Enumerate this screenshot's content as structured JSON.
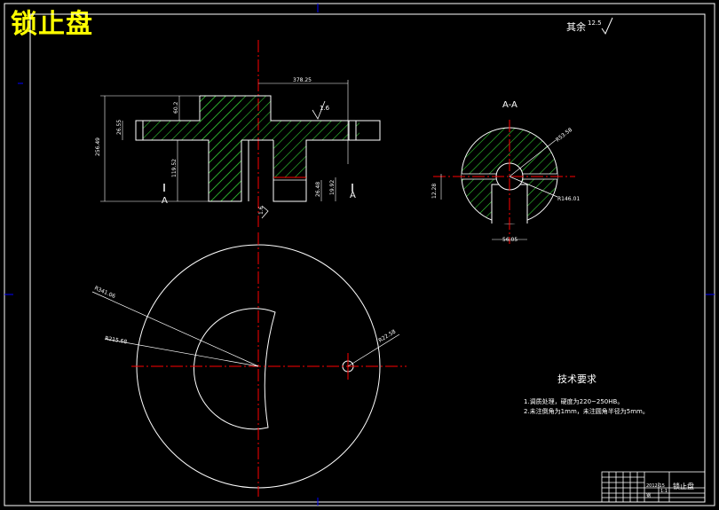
{
  "title": "锁止盘",
  "roughness": {
    "label": "其余",
    "value": "12.5"
  },
  "section_label": "A-A",
  "section_marks": [
    "A",
    "A"
  ],
  "dims_front": {
    "top_width": "378.25",
    "left_height": "256.49",
    "flange_thick": "26.55",
    "hub_top": "60.2",
    "stem_h": "119.52",
    "slot_a": "26.48",
    "slot_b": "19.92",
    "rough_top": "1.6",
    "rough_bottom": "1.6"
  },
  "dims_section": {
    "r1": "R53.58",
    "r2": "R146.01",
    "h": "12.28",
    "w": "56.05"
  },
  "dims_plan": {
    "r_outer": "R341.06",
    "r_inner": "R215.68",
    "r_hole": "R22.58"
  },
  "tech": {
    "heading": "技术要求",
    "line1": "1.调质处理，硬度为220~250HB。",
    "line2": "2.未注倒角为1mm，未注圆角半径为5mm。"
  },
  "title_block": {
    "part_name": "锁止盘",
    "cell_a": "2012-15",
    "cell_b": "1:1",
    "cell_c": "钢"
  },
  "colors": {
    "frame": "#ffffff",
    "center_line": "#ff0000",
    "hatch": "#33cc33",
    "dimension": "#ffffff",
    "title": "#ffff00",
    "marker": "#0000ff"
  }
}
